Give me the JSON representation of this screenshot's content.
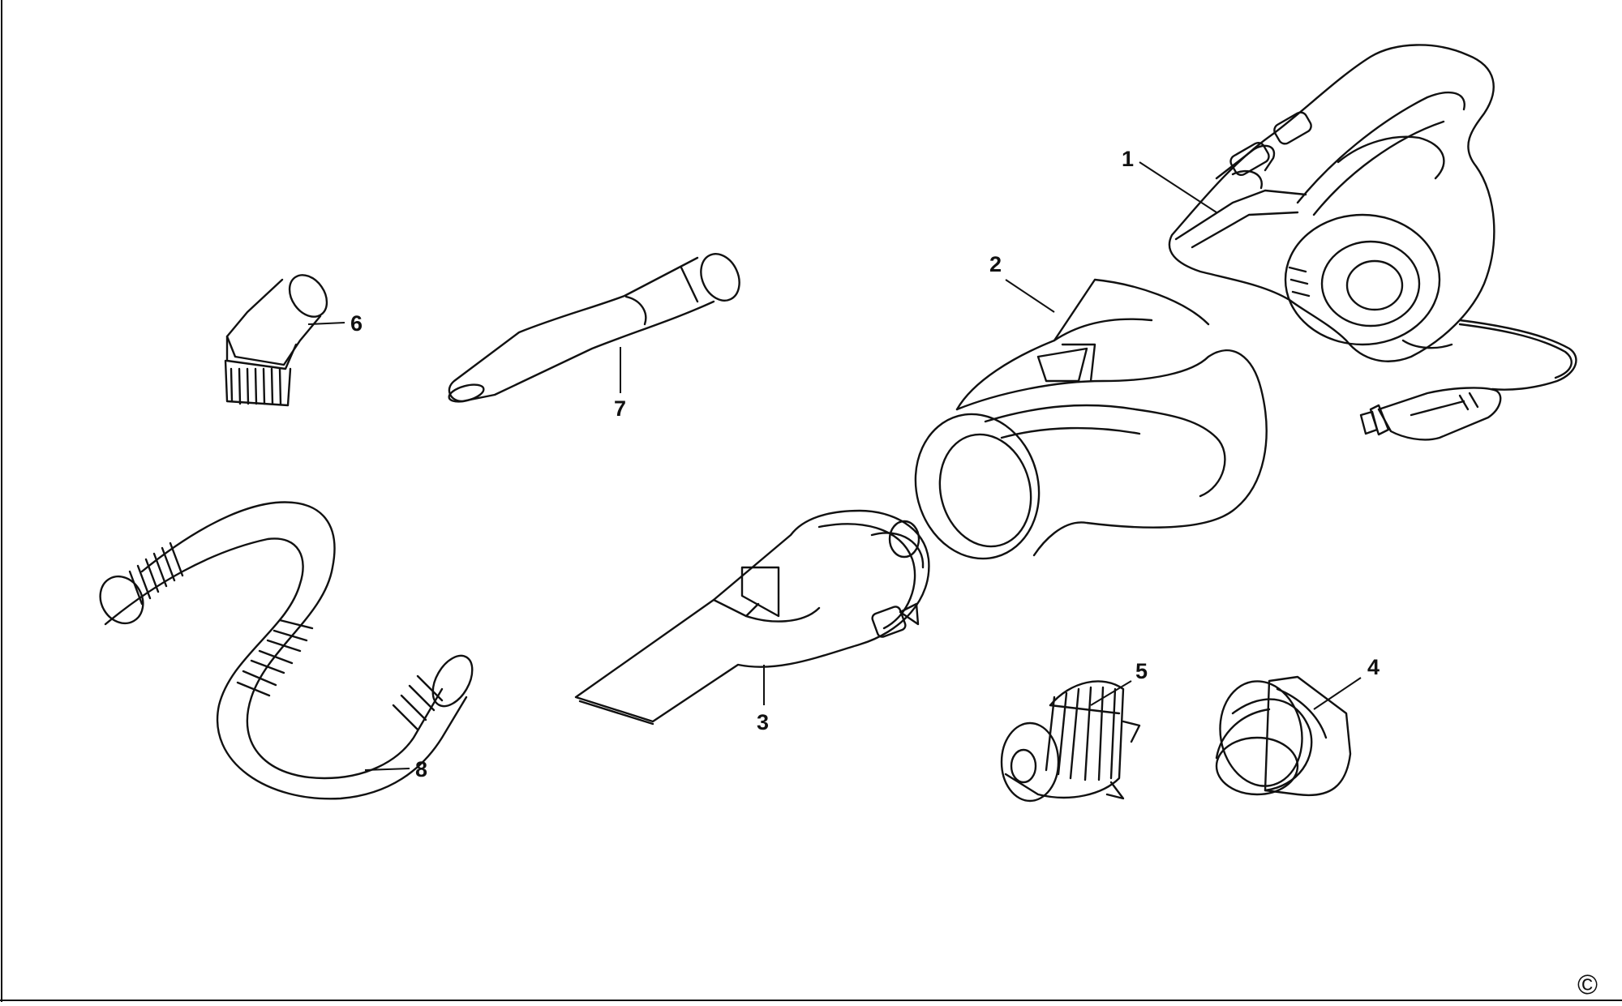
{
  "callouts": {
    "p1": "1",
    "p2": "2",
    "p3": "3",
    "p4": "4",
    "p5": "5",
    "p6": "6",
    "p7": "7",
    "p8": "8"
  },
  "copyright_symbol": "©",
  "colors": {
    "line": "#111111",
    "background": "#ffffff"
  }
}
